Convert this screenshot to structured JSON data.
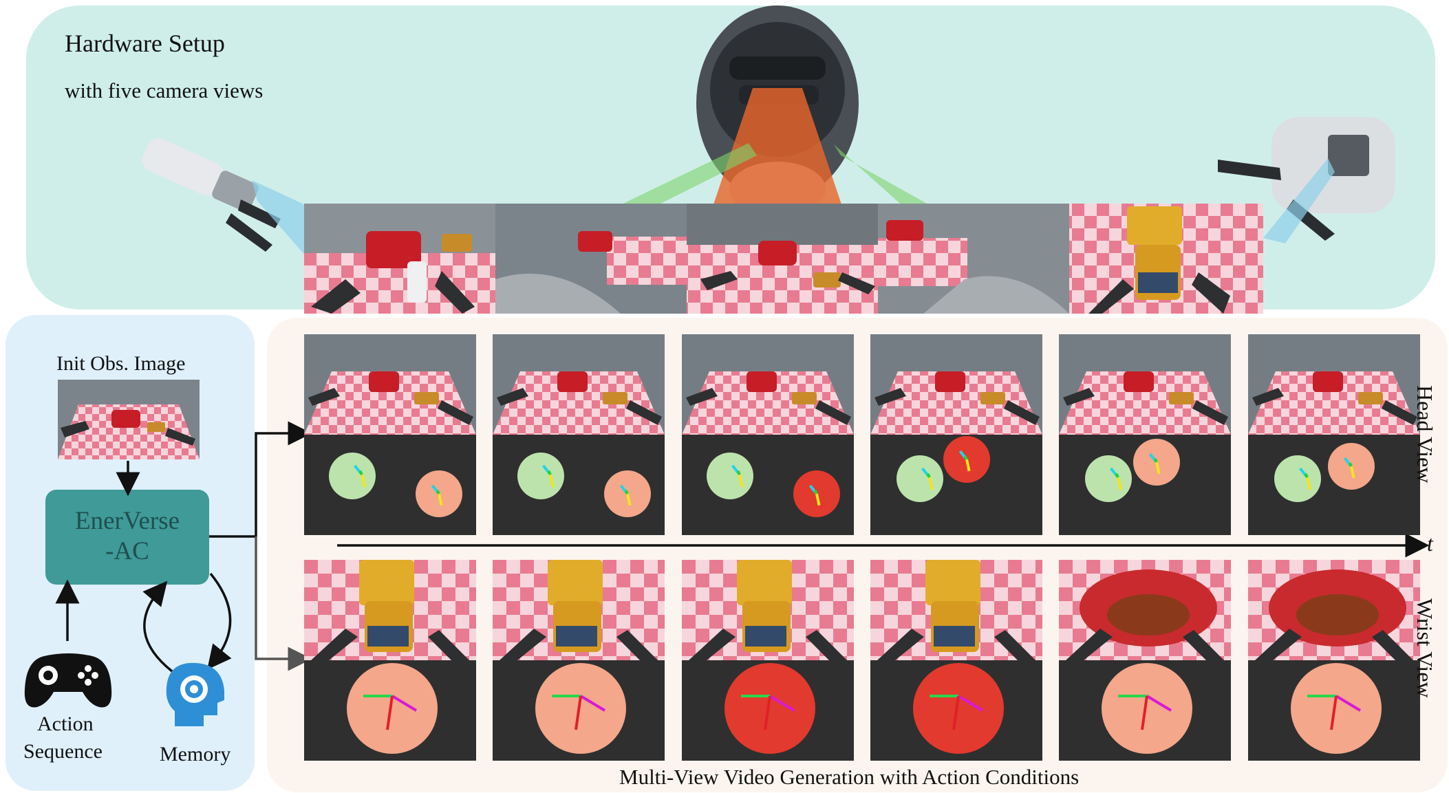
{
  "hardware": {
    "title": "Hardware Setup",
    "subtitle": "with five camera views"
  },
  "left": {
    "init_obs_label": "Init Obs. Image",
    "model_label_line1": "EnerVerse",
    "model_label_line2": "-AC",
    "action_label_line1": "Action",
    "action_label_line2": "Sequence",
    "memory_label": "Memory"
  },
  "right": {
    "head_view_label": "Head View",
    "wrist_view_label": "Wrist View",
    "time_axis_label": "t",
    "caption": "Multi-View Video Generation with Action Conditions"
  },
  "colors": {
    "top_panel": "#cfeeea",
    "left_panel": "#dff0fb",
    "right_panel": "#fcf5ef",
    "model_box": "#3f9a98",
    "light_green_marker": "#bde3ad",
    "salmon_marker": "#f4a78a",
    "red_marker": "#e23a2e",
    "memory_icon": "#2e8fd6"
  },
  "icons": [
    "gamepad-icon",
    "memory-head-icon",
    "robot-head",
    "gripper-left",
    "gripper-right"
  ]
}
